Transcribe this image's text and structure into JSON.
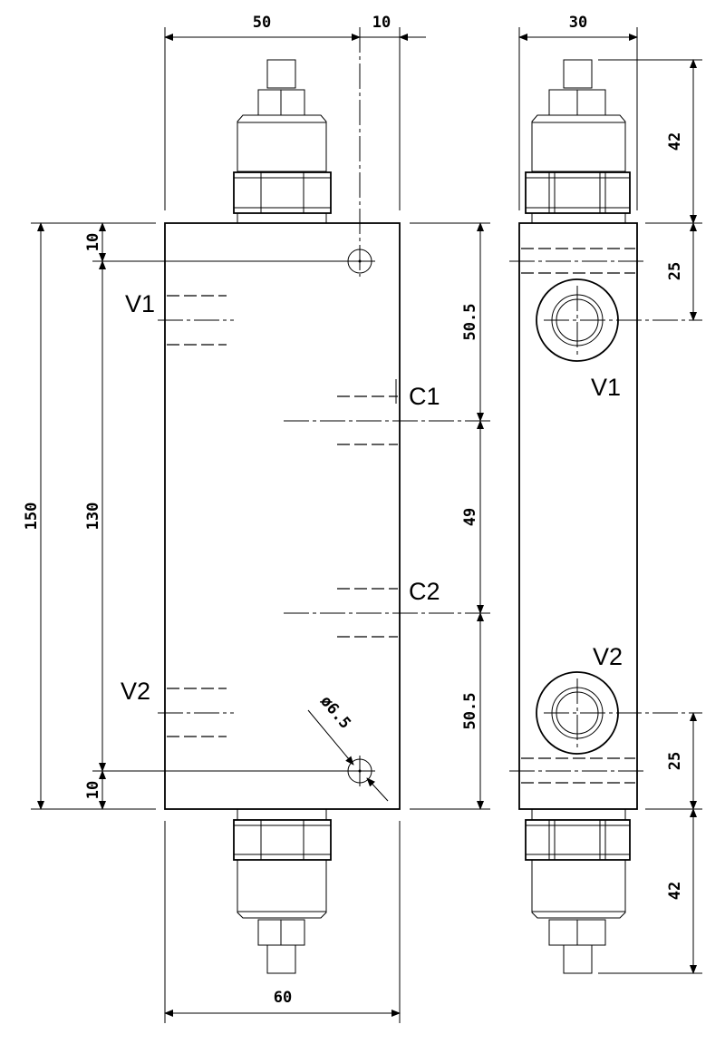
{
  "dimensions": {
    "front_top_width": "50",
    "front_top_offset": "10",
    "side_top_width": "30",
    "front_total_height": "150",
    "front_port_spacing": "130",
    "front_top_margin": "10",
    "front_bottom_margin": "10",
    "right_upper": "50.5",
    "right_middle": "49",
    "right_lower": "50.5",
    "front_bottom_width": "60",
    "side_cap_top": "42",
    "side_port_top": "25",
    "side_port_bottom": "25",
    "side_cap_bottom": "42",
    "hole_diameter": "ø6.5"
  },
  "ports": {
    "v1_front": "V1",
    "v2_front": "V2",
    "c1": "C1",
    "c2": "C2",
    "v1_side": "V1",
    "v2_side": "V2"
  }
}
